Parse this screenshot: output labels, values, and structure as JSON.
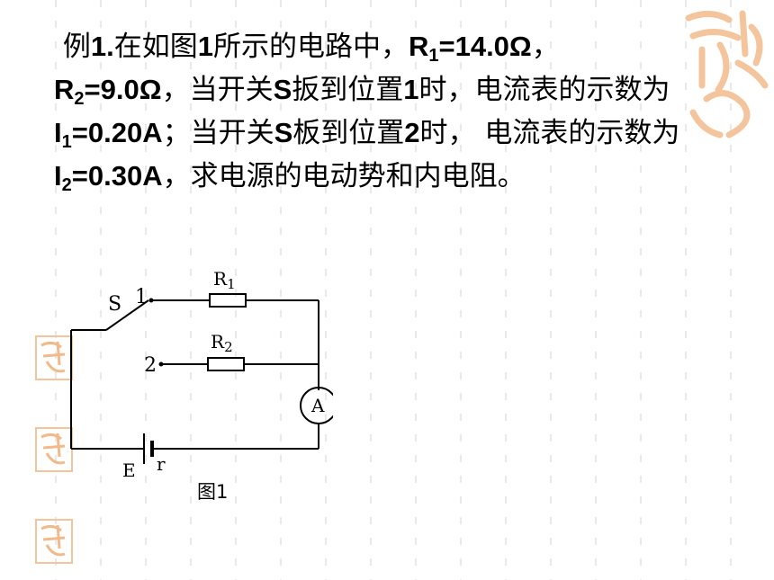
{
  "problem": {
    "t1": "例",
    "t2": "1.",
    "t3": "在如图",
    "t4": "1",
    "t5": "所示的电路中，",
    "r1_sym": "R",
    "r1_sub": "1",
    "r1_val": "=14.0Ω",
    "t6": "，",
    "r2_sym": "R",
    "r2_sub": "2",
    "r2_val": "=9.0Ω",
    "t7": "，当开关",
    "t8": "S",
    "t9": "扳到位置",
    "t10": "1",
    "t11": "时，电流表的示数为",
    "i1_sym": "I",
    "i1_sub": "1",
    "i1_val": "=0.20A",
    "t12": "；当开关",
    "t13": "S",
    "t14": "板到位置",
    "t15": "2",
    "t16": "时， 电流表的示数为",
    "i2_sym": "I",
    "i2_sub": "2",
    "i2_val": "=0.30A",
    "t17": "，求电源的电动势和内电阻。"
  },
  "circuit": {
    "switch_label": "S",
    "pos1": "1",
    "pos2": "2",
    "r1_sym": "R",
    "r1_sub": "1",
    "r2_sym": "R",
    "r2_sub": "2",
    "ammeter": "A",
    "emf": "E",
    "internal_r": "r",
    "caption": "图1"
  },
  "colors": {
    "grid": "#d9d9d9",
    "seal": "#f2b98a"
  }
}
